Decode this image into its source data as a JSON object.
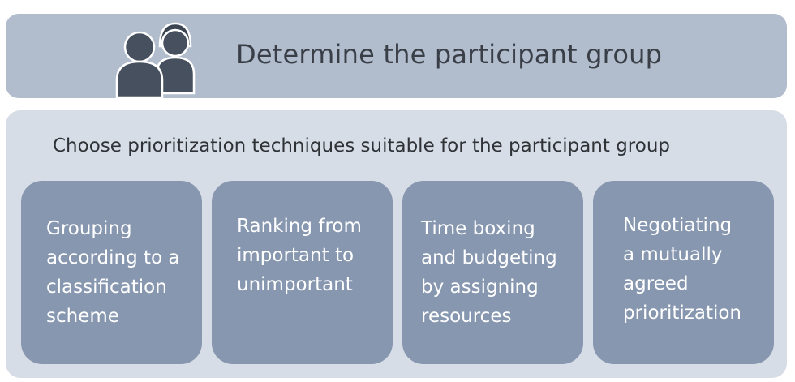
{
  "banner": {
    "icon": "people-group-icon",
    "title": "Determine the participant group"
  },
  "panel": {
    "title": "Choose prioritization techniques suitable for the participant group",
    "cards": [
      {
        "label": "Grouping\naccording to a\nclassification\nscheme"
      },
      {
        "label": "Ranking from\nimportant to\nunimportant"
      },
      {
        "label": "Time boxing\nand budgeting\nby assigning\nresources"
      },
      {
        "label": "Negotiating\na mutually\nagreed\nprioritization"
      }
    ]
  },
  "colors": {
    "banner_bg": "#b1bccd",
    "panel_bg": "#d7dde6",
    "card_bg": "#8797b0",
    "icon_fill": "#46505e",
    "text_dark": "#3a3f47",
    "text_light": "#ffffff"
  }
}
